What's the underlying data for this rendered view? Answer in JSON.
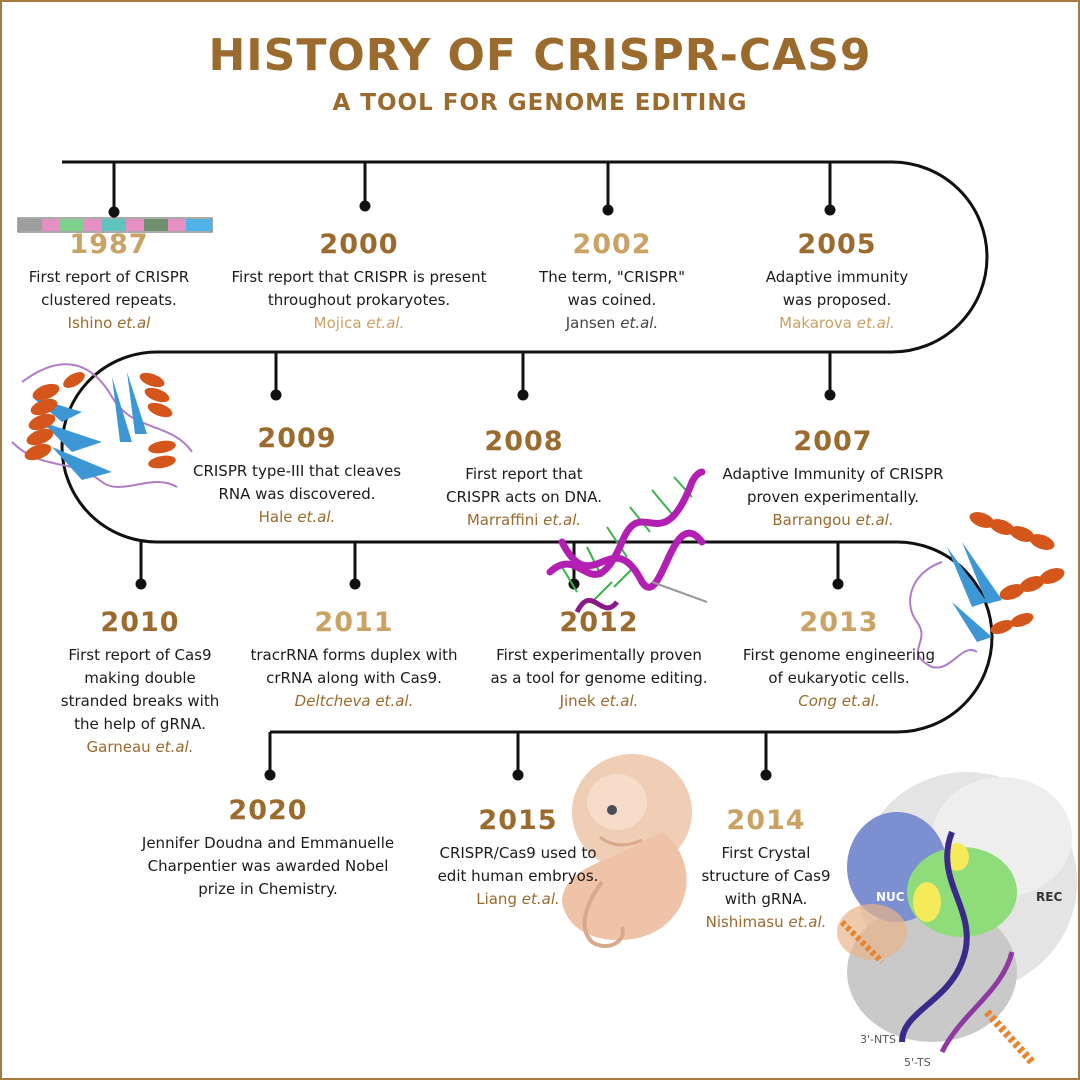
{
  "title": "HISTORY OF CRISPR-CAS9",
  "subtitle": "A TOOL FOR GENOME EDITING",
  "colors": {
    "gold": "#9b6a2d",
    "gold_light": "#c9a264",
    "line": "#111111",
    "frame": "#a37a3f"
  },
  "events": [
    {
      "year": "1987",
      "desc": [
        "First report of CRISPR",
        "clustered repeats."
      ],
      "author": "Ishino",
      "etal": "et.al",
      "year_color": "#c9a264",
      "author_color": "#9b6a2d"
    },
    {
      "year": "2000",
      "desc": [
        "First report that CRISPR is present",
        "throughout prokaryotes."
      ],
      "author": "Mojica",
      "etal": "et.al.",
      "year_color": "#9b6a2d",
      "author_color": "#c9a264"
    },
    {
      "year": "2002",
      "desc": [
        "The term, \"CRISPR\"",
        "was coined."
      ],
      "author": "Jansen",
      "etal": "et.al.",
      "year_color": "#c9a264",
      "author_color": "#444444"
    },
    {
      "year": "2005",
      "desc": [
        "Adaptive immunity",
        "was proposed."
      ],
      "author": "Makarova",
      "etal": "et.al.",
      "year_color": "#9b6a2d",
      "author_color": "#c9a264"
    },
    {
      "year": "2009",
      "desc": [
        "CRISPR type-III that cleaves",
        "RNA was discovered."
      ],
      "author": "Hale",
      "etal": "et.al.",
      "year_color": "#9b6a2d",
      "author_color": "#9b6a2d"
    },
    {
      "year": "2008",
      "desc": [
        "First report that",
        "CRISPR acts on DNA."
      ],
      "author": "Marraffini",
      "etal": "et.al.",
      "year_color": "#9b6a2d",
      "author_color": "#9b6a2d"
    },
    {
      "year": "2007",
      "desc": [
        "Adaptive Immunity of CRISPR",
        "proven experimentally."
      ],
      "author": "Barrangou",
      "etal": "et.al.",
      "year_color": "#9b6a2d",
      "author_color": "#9b6a2d"
    },
    {
      "year": "2010",
      "desc": [
        "First report of Cas9",
        "making double",
        "stranded breaks with",
        "the help of gRNA."
      ],
      "author": "Garneau",
      "etal": "et.al.",
      "year_color": "#9b6a2d",
      "author_color": "#9b6a2d"
    },
    {
      "year": "2011",
      "desc": [
        "tracrRNA forms duplex with",
        "crRNA along with Cas9."
      ],
      "author": "Deltcheva",
      "etal": "et.al.",
      "year_color": "#c9a264",
      "author_color": "#9b6a2d"
    },
    {
      "year": "2012",
      "desc": [
        "First experimentally proven",
        "as a tool for genome editing."
      ],
      "author": "Jinek",
      "etal": "et.al.",
      "year_color": "#9b6a2d",
      "author_color": "#9b6a2d"
    },
    {
      "year": "2013",
      "desc": [
        "First genome engineering",
        "of eukaryotic cells."
      ],
      "author": "Cong",
      "etal": "et.al.",
      "year_color": "#c9a264",
      "author_color": "#9b6a2d"
    },
    {
      "year": "2020",
      "desc": [
        "Jennifer Doudna and Emmanuelle",
        "Charpentier was awarded Nobel",
        "prize in Chemistry."
      ],
      "author": "",
      "etal": "",
      "year_color": "#9b6a2d",
      "author_color": "#9b6a2d"
    },
    {
      "year": "2015",
      "desc": [
        "CRISPR/Cas9 used to",
        "edit human embryos."
      ],
      "author": "Liang",
      "etal": "et.al.",
      "year_color": "#9b6a2d",
      "author_color": "#9b6a2d"
    },
    {
      "year": "2014",
      "desc": [
        "First Crystal",
        "structure of Cas9",
        "with gRNA."
      ],
      "author": "Nishimasu",
      "etal": "et.al.",
      "year_color": "#c9a264",
      "author_color": "#9b6a2d"
    }
  ],
  "structure_labels": {
    "nuc": "NUC",
    "rec": "REC",
    "nts": "3'-NTS",
    "ts": "5'-TS"
  }
}
